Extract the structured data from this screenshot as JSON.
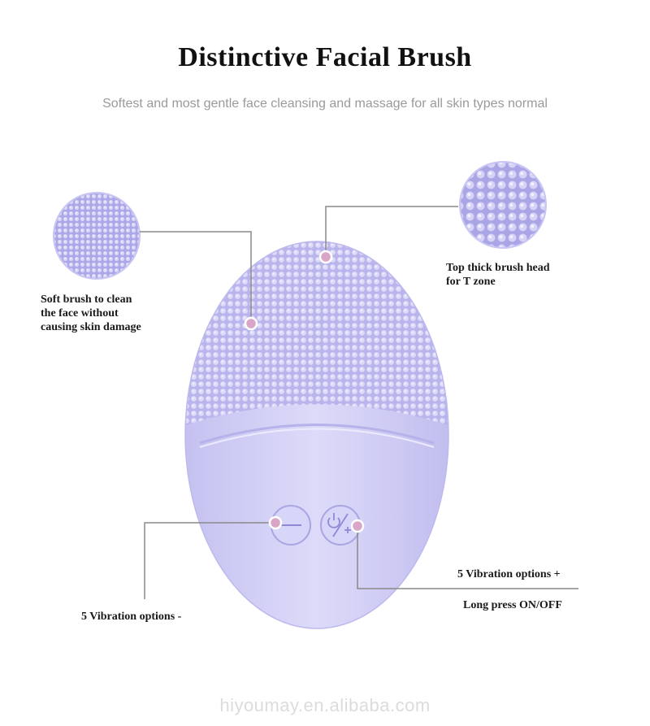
{
  "title": "Distinctive Facial Brush",
  "subtitle": "Softest and most gentle face cleansing and massage for all skin types normal",
  "callouts": {
    "soft_brush": [
      "Soft brush to clean",
      "the face without",
      "causing skin damage"
    ],
    "top_head": [
      "Top thick brush head",
      "for T zone"
    ],
    "minus": "5 Vibration options -",
    "plus": "5 Vibration options +",
    "onoff": "Long press ON/OFF"
  },
  "watermark": "hiyoumay.en.alibaba.com",
  "colors": {
    "device": "#cfcdf4",
    "bristle": "#dcdaf8",
    "marker": "#d9a6c8",
    "leader_line": "#8a8a8a"
  },
  "icons": {
    "minus_button": "minus-icon",
    "power_plus_button": "power-plus-icon"
  }
}
